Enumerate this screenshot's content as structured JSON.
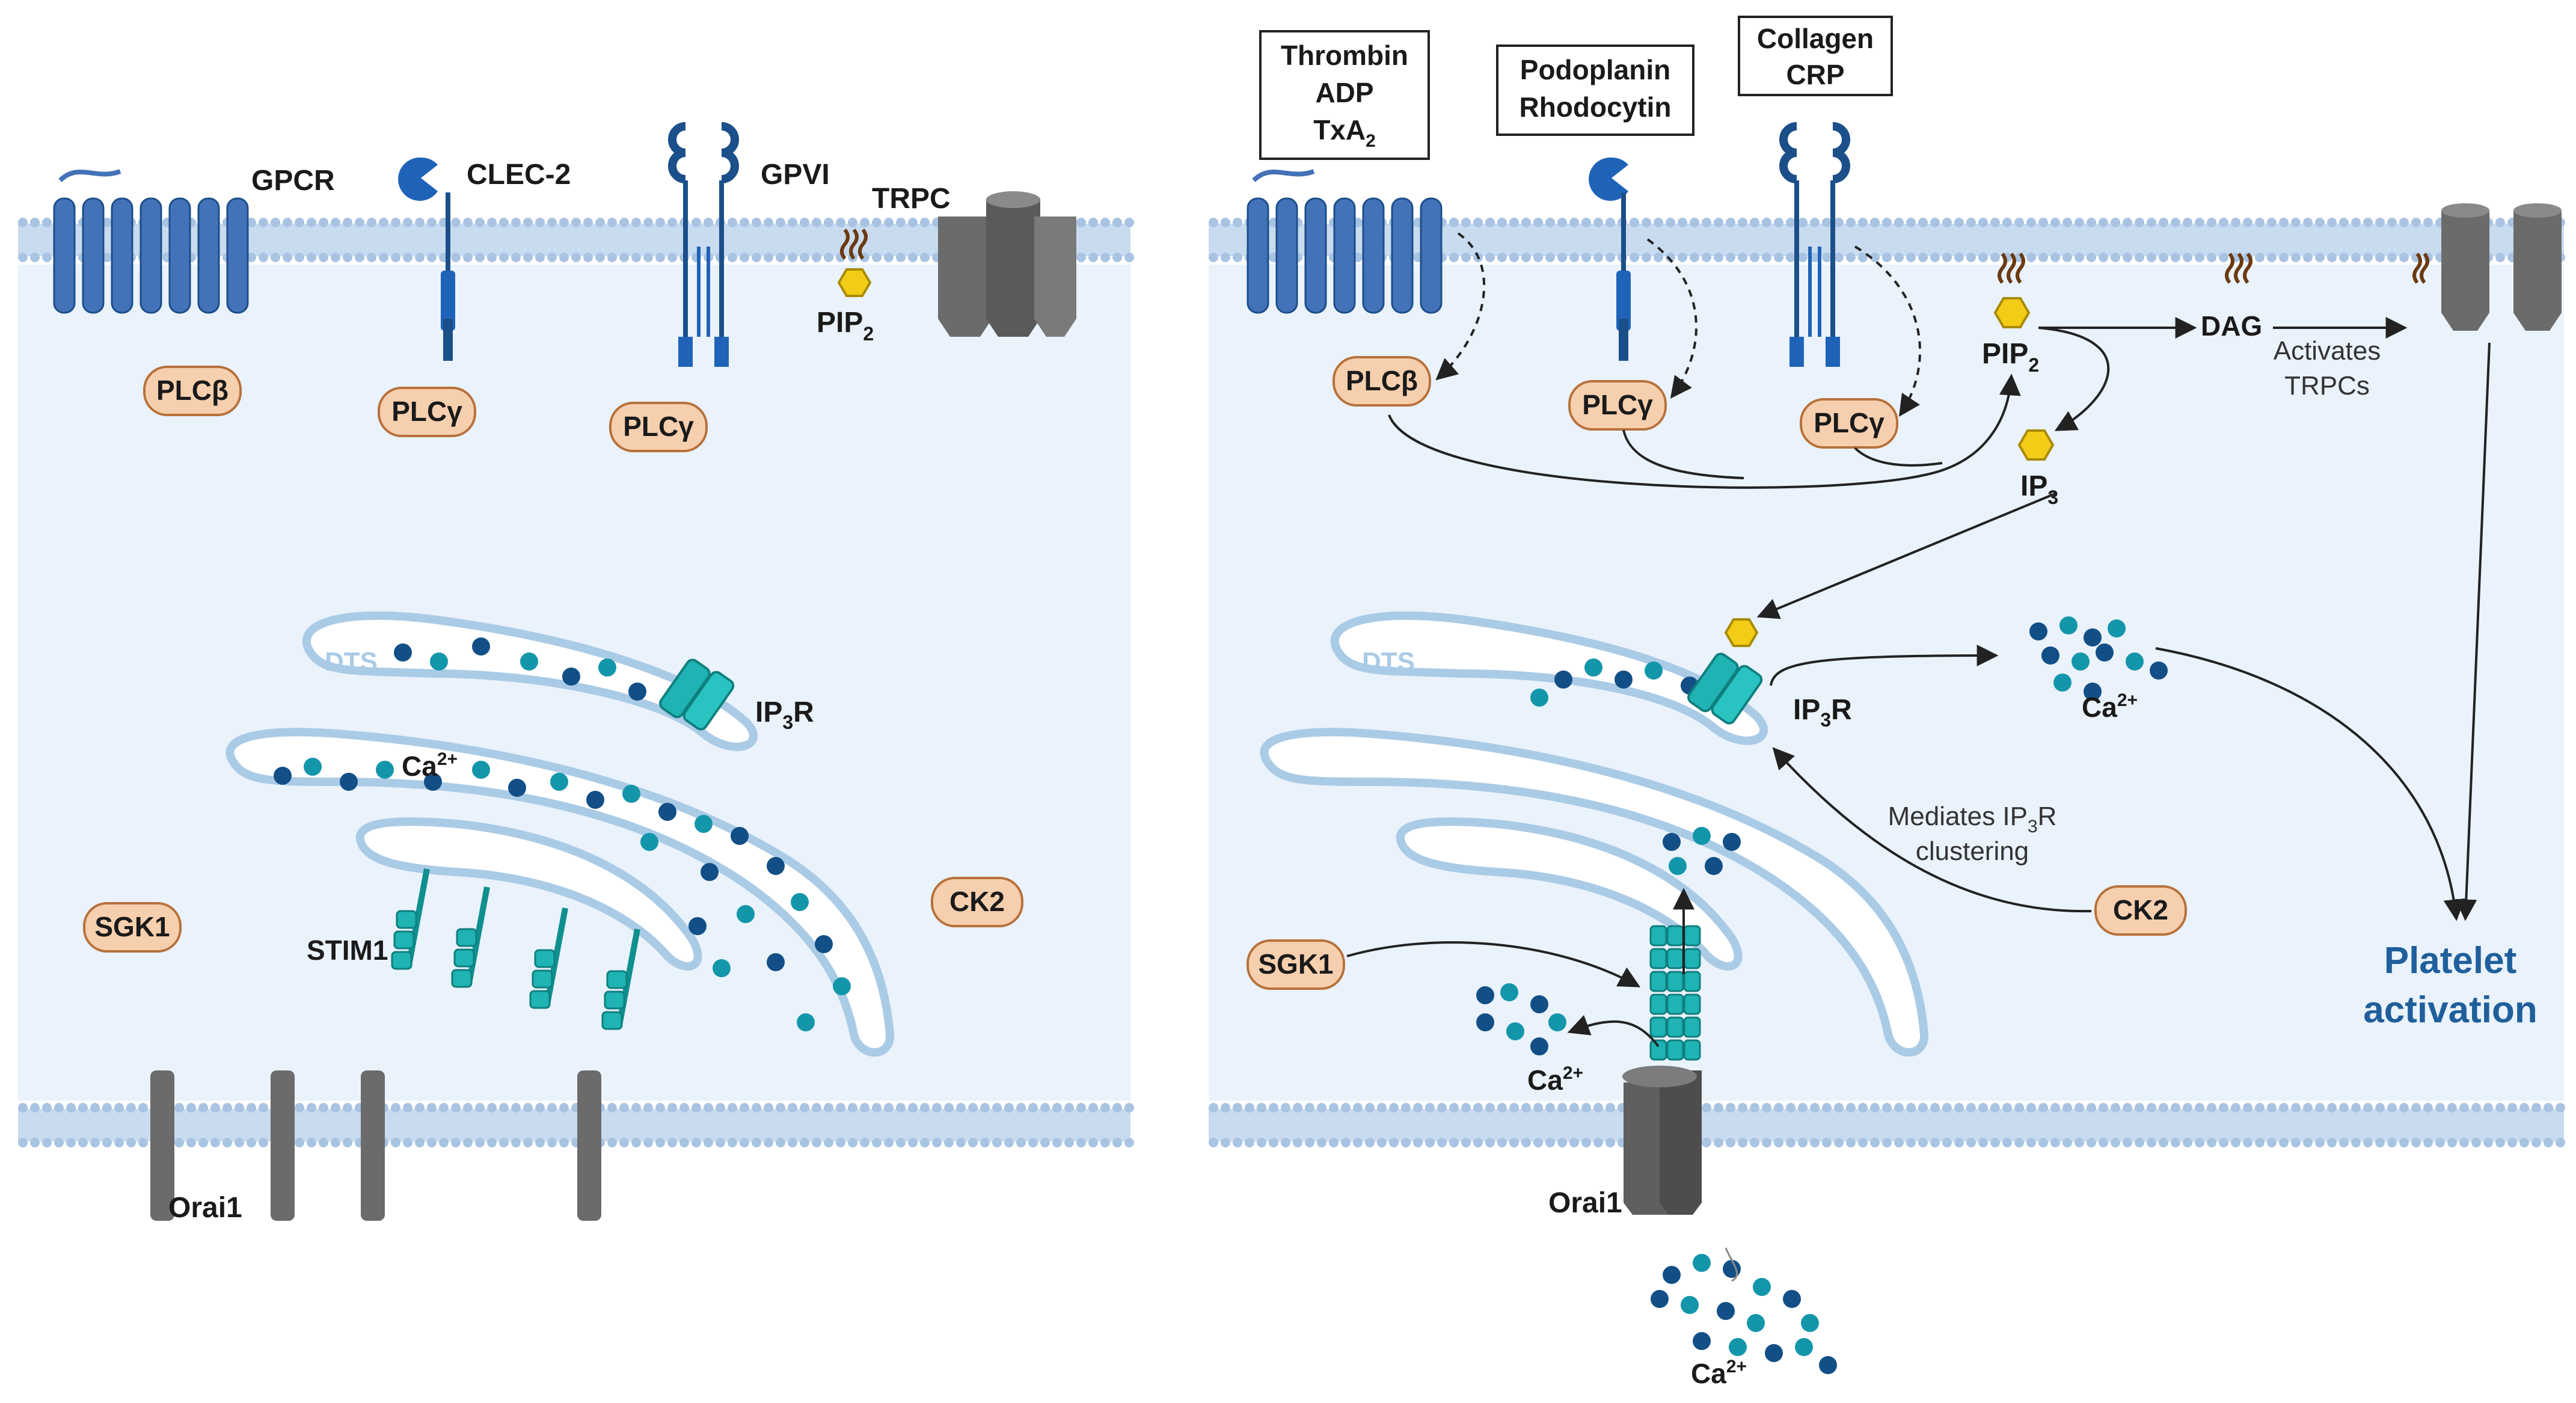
{
  "colors": {
    "cytoplasm": "#eaf2fb",
    "membrane_head": "#a9c4e3",
    "membrane_tail": "#c9dbee",
    "receptor_blue": "#4472b8",
    "receptor_dark": "#1b4f8a",
    "enzyme_fill": "#f6cfae",
    "enzyme_stroke": "#b7713b",
    "pip2_fill": "#f2cc16",
    "channel_grey": "#6b6b6b",
    "teal": "#1fb3b3",
    "ca_dark": "#124f86",
    "ca_teal": "#1496aa",
    "dts_fill": "#ffffff",
    "dts_stroke": "#aacbe6",
    "activation_text": "#1f5f9c"
  },
  "left_panel": {
    "labels": {
      "gpcr": "GPCR",
      "clec2": "CLEC-2",
      "gpvi": "GPVI",
      "trpc": "TRPC",
      "pip2_main": "PIP",
      "pip2_sub": "2",
      "dts": "DTS",
      "ip3r_a": "IP",
      "ip3r_sub": "3",
      "ip3r_b": "R",
      "ca_main": "Ca",
      "ca_sup": "2+",
      "stim1": "STIM1",
      "orai1": "Orai1"
    },
    "enzymes": {
      "plcb": "PLCβ",
      "plcg1": "PLCγ",
      "plcg2": "PLCγ",
      "sgk1": "SGK1",
      "ck2": "CK2"
    }
  },
  "right_panel": {
    "agonist_boxes": [
      [
        "Thrombin",
        "ADP",
        "TxA"
      ],
      [
        "Podoplanin",
        "Rhodocytin"
      ],
      [
        "Collagen",
        "CRP"
      ]
    ],
    "txa_sub": "2",
    "labels": {
      "pip2_main": "PIP",
      "pip2_sub": "2",
      "dag": "DAG",
      "activates_1": "Activates",
      "activates_2": "TRPCs",
      "ip3_main": "IP",
      "ip3_sub": "3",
      "dts": "DTS",
      "ip3r_a": "IP",
      "ip3r_sub": "3",
      "ip3r_b": "R",
      "ca_main": "Ca",
      "ca_sup": "2+",
      "mediates_1a": "Mediates IP",
      "mediates_1sub": "3",
      "mediates_1b": "R",
      "mediates_2": "clustering",
      "orai1": "Orai1",
      "activation_1": "Platelet",
      "activation_2": "activation"
    },
    "enzymes": {
      "plcb": "PLCβ",
      "plcg1": "PLCγ",
      "plcg2": "PLCγ",
      "sgk1": "SGK1",
      "ck2": "CK2"
    }
  }
}
